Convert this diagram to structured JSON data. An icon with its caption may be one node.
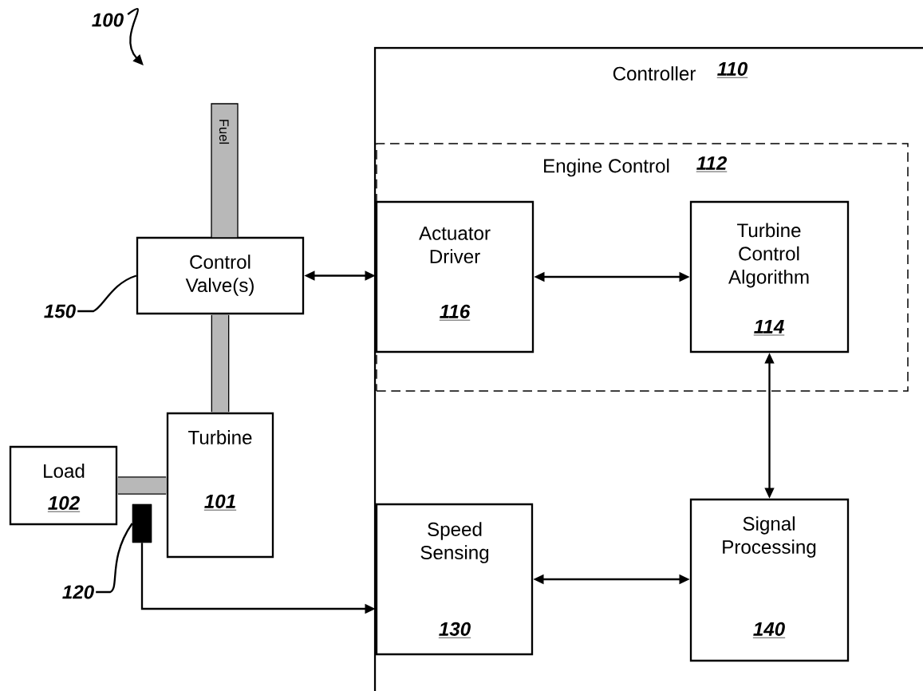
{
  "diagram": {
    "nodes": [
      {
        "text": [
          "Controller",
          "110"
        ]
      },
      {
        "text": [
          "Engine Control",
          "112"
        ],
        "in": 0
      },
      {
        "text": [
          "Actuator Driver",
          "116"
        ],
        "in": 1
      },
      {
        "text": [
          "Turbine Control Algorithm",
          "114"
        ],
        "in": 1
      },
      {
        "text": [
          "Speed Sensing",
          "130"
        ],
        "in": 0
      },
      {
        "text": [
          "Signal Processing",
          "140"
        ],
        "in": 0
      },
      {
        "text": [
          "Control Valve(s)"
        ]
      },
      {
        "text": [
          "Turbine",
          "101"
        ]
      },
      {
        "text": [
          "Load",
          "102"
        ]
      },
      {
        "text": [],
        "shape": "box"
      },
      {
        "text": [
          "Fuel"
        ]
      },
      {
        "text": [
          "150"
        ]
      },
      {
        "text": [
          "120"
        ]
      },
      {
        "text": [
          "100"
        ]
      }
    ],
    "edges": [
      {
        "from": 6,
        "to": 2,
        "arrow": "both"
      },
      {
        "from": 2,
        "to": 3,
        "arrow": "both"
      },
      {
        "from": 5,
        "to": 3,
        "arrow": "both"
      },
      {
        "from": 4,
        "to": 5,
        "arrow": "both"
      },
      {
        "from": 9,
        "to": 4,
        "arrow": "to"
      },
      {
        "from": 8,
        "to": 7,
        "arrow": "none",
        "style": "thick"
      },
      {
        "from": 6,
        "to": 7,
        "arrow": "none",
        "style": "thick"
      },
      {
        "from": 11,
        "to": 6,
        "arrow": "none"
      },
      {
        "from": 12,
        "to": 9,
        "arrow": "none"
      },
      {
        "from": 13,
        "to": null,
        "arrow": "to"
      }
    ]
  }
}
